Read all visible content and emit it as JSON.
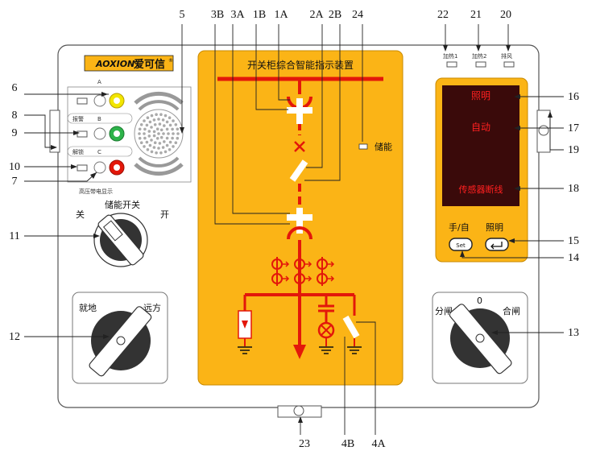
{
  "brand": {
    "logo_text": "AOXION",
    "logo_name": "爱可信",
    "reg_mark": "®"
  },
  "panel": {
    "center_title": "开关柜综合智能指示装置",
    "storage_indicator_label": "储能",
    "phase_labels": [
      "A",
      "B",
      "C"
    ],
    "alarm_label": "报警",
    "unlock_label": "解锁",
    "hv_display_label": "高压带电显示",
    "storage_switch_title": "储能开关",
    "storage_switch_off": "关",
    "storage_switch_on": "开",
    "local_label": "就地",
    "remote_label": "远方",
    "open_label": "分闸",
    "zero_label": "0",
    "close_label": "合闸",
    "top_indicators": [
      "加热1",
      "加热2",
      "排风"
    ],
    "display_lines": [
      "照明",
      "自动",
      "传感器断线"
    ],
    "manual_auto_label": "手/自",
    "lighting_label": "照明",
    "set_button_label": "Set",
    "enter_button_icon": "enter-arrow-icon"
  },
  "callouts": {
    "top": [
      "5",
      "3B",
      "3A",
      "1B",
      "1A",
      "2A",
      "2B",
      "24",
      "22",
      "21",
      "20"
    ],
    "left": [
      "6",
      "8",
      "9",
      "10",
      "7",
      "11",
      "12"
    ],
    "right": [
      "16",
      "17",
      "19",
      "18",
      "15",
      "14",
      "13"
    ],
    "bottom": [
      "23",
      "4B",
      "4A"
    ]
  },
  "colors": {
    "panel_yellow": "#FBB416",
    "bus_red": "#E3170A",
    "display_bg": "#3A0A0A",
    "display_text": "#FF2020",
    "green_led": "#2DB34A",
    "yellow_led": "#F2E600",
    "red_led": "#E3170A",
    "outline": "#444444"
  }
}
